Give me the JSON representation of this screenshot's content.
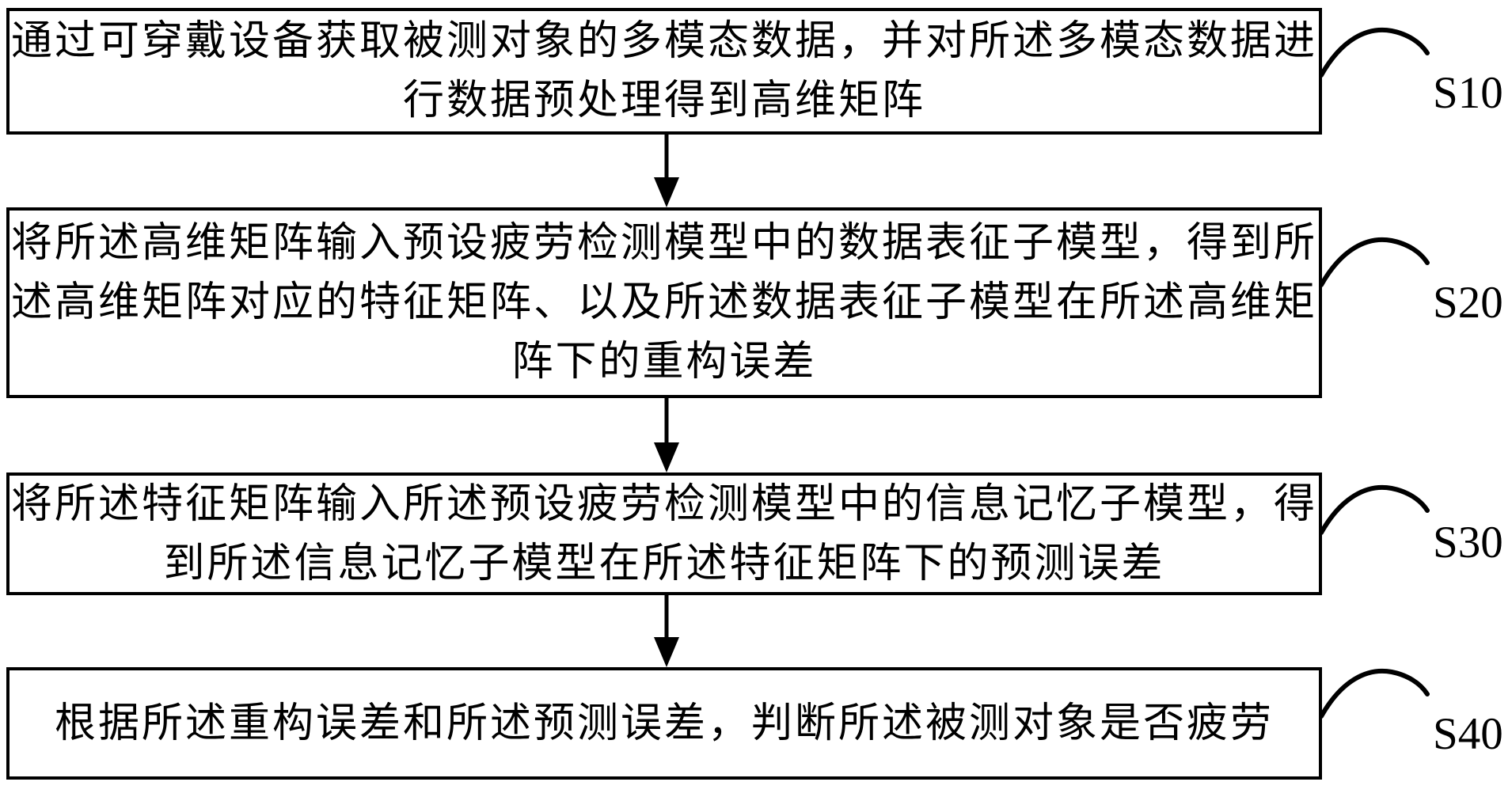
{
  "figure": {
    "background_color": "#ffffff",
    "line_color": "#000000",
    "steps": [
      {
        "label": "S10",
        "lines": [
          "通过可穿戴设备获取被测对象的多模态数据，并对所述多模态数据进",
          "行数据预处理得到高维矩阵"
        ]
      },
      {
        "label": "S20",
        "lines": [
          "将所述高维矩阵输入预设疲劳检测模型中的数据表征子模型，得到所",
          "述高维矩阵对应的特征矩阵、以及所述数据表征子模型在所述高维矩",
          "阵下的重构误差"
        ]
      },
      {
        "label": "S30",
        "lines": [
          "将所述特征矩阵输入所述预设疲劳检测模型中的信息记忆子模型，得",
          "到所述信息记忆子模型在所述特征矩阵下的预测误差"
        ]
      },
      {
        "label": "S40",
        "lines": [
          "根据所述重构误差和所述预测误差，判断所述被测对象是否疲劳"
        ]
      }
    ]
  }
}
